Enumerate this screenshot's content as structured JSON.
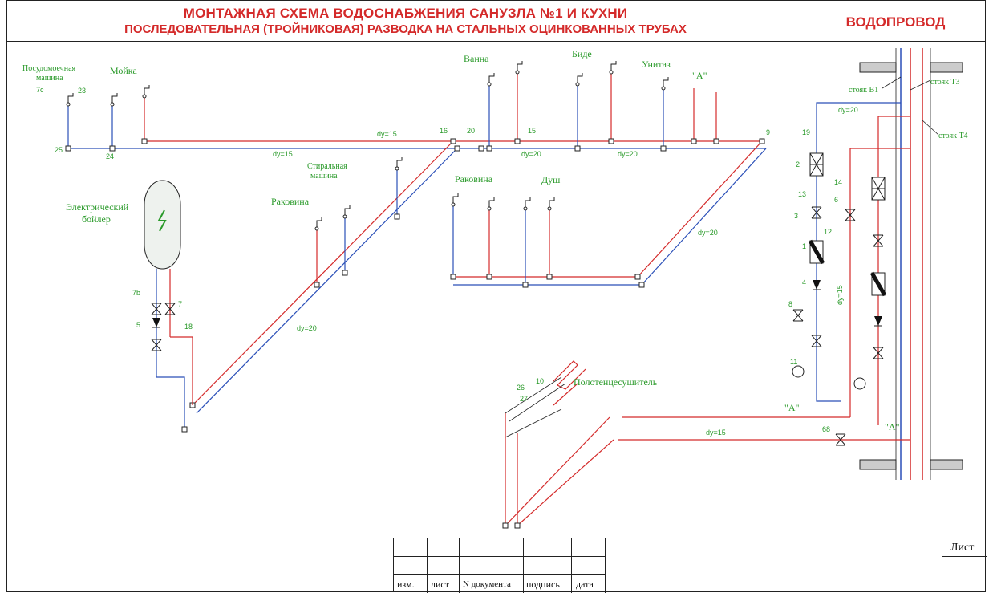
{
  "header": {
    "title_line1": "МОНТАЖНАЯ СХЕМА ВОДОСНАБЖЕНИЯ САНУЗЛА №1 И КУХНИ",
    "title_line2": "ПОСЛЕДОВАТЕЛЬНАЯ (ТРОЙНИКОВАЯ) РАЗВОДКА НА СТАЛЬНЫХ ОЦИНКОВАННЫХ ТРУБАХ",
    "badge": "ВОДОПРОВОД"
  },
  "fixtures": {
    "dishwasher_1": "Посудомоечная",
    "dishwasher_2": "машина",
    "sink_kitchen": "Мойка",
    "bath": "Ванна",
    "bidet": "Биде",
    "toilet": "Унитаз",
    "point_a": "\"А\"",
    "boiler_1": "Электрический",
    "boiler_2": "бойлер",
    "washer_1": "Стиральная",
    "washer_2": "машина",
    "washbasin_left": "Раковина",
    "washbasin_mid": "Раковина",
    "shower": "Душ",
    "towel_dryer": "Полотенцесушитель"
  },
  "risers": {
    "b1": "стояк В1",
    "t3": "стояк Т3",
    "t4": "стояк Т4"
  },
  "pipe_sizes": {
    "dy15": "dy=15",
    "dy20": "dy=20"
  },
  "marks": [
    "7c",
    "23",
    "25",
    "24",
    "16",
    "15",
    "20",
    "9",
    "19",
    "2",
    "13",
    "3",
    "12",
    "1",
    "4",
    "8",
    "6",
    "11",
    "10",
    "26",
    "27",
    "14",
    "18",
    "7b",
    "7",
    "5",
    "68"
  ],
  "stamp": {
    "izm": "изм.",
    "list": "лист",
    "ndoc": "N документа",
    "podpis": "подпись",
    "data": "дата",
    "sheet": "Лист"
  },
  "colors": {
    "title": "#d42a2a",
    "hot_pipe": "#d42a2a",
    "cold_pipe": "#2a4fb8",
    "labels": "#2a9a2a"
  }
}
